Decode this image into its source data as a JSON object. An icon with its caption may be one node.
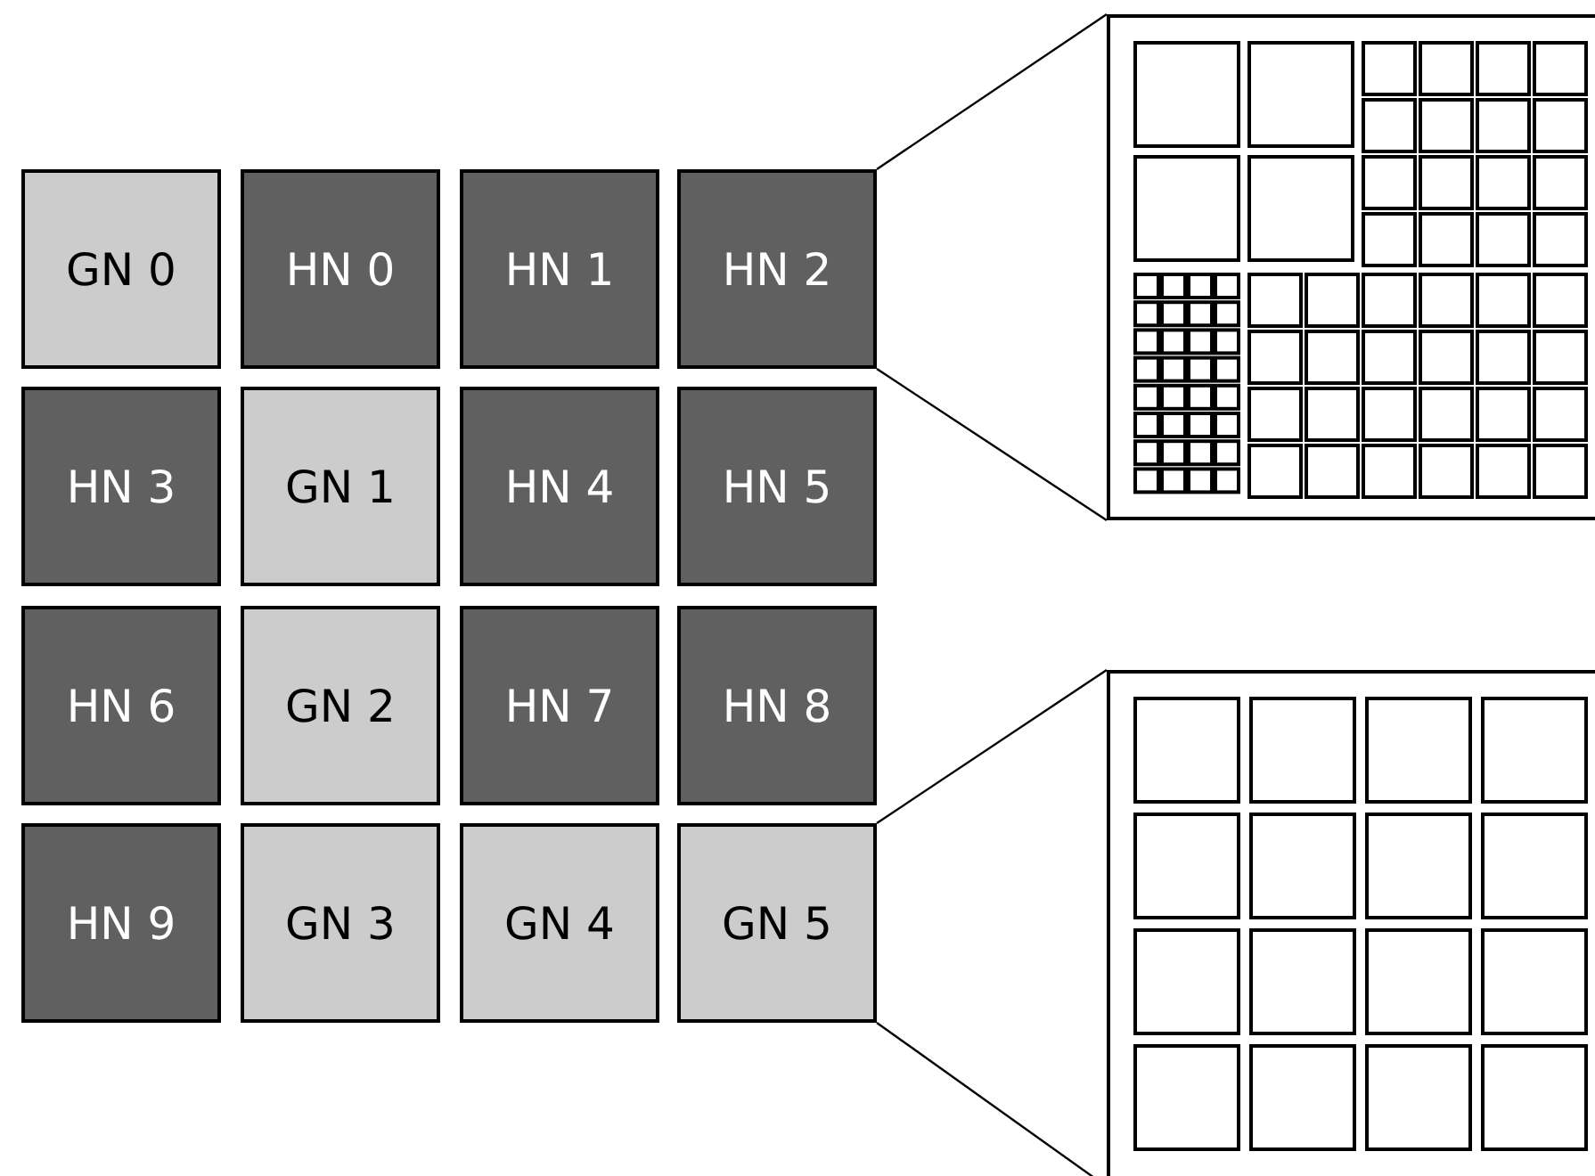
{
  "diagram": {
    "nodes": [
      {
        "text": [
          "GN 0"
        ]
      },
      {
        "text": [
          "HN 0"
        ]
      },
      {
        "text": [
          "HN 1"
        ]
      },
      {
        "text": [
          "HN 2"
        ]
      },
      {
        "text": [
          "HN 3"
        ]
      },
      {
        "text": [
          "GN 1"
        ]
      },
      {
        "text": [
          "HN 4"
        ]
      },
      {
        "text": [
          "HN 5"
        ]
      },
      {
        "text": [
          "HN 6"
        ]
      },
      {
        "text": [
          "GN 2"
        ]
      },
      {
        "text": [
          "HN 7"
        ]
      },
      {
        "text": [
          "HN 8"
        ]
      },
      {
        "text": [
          "HN 9"
        ]
      },
      {
        "text": [
          "GN 3"
        ]
      },
      {
        "text": [
          "GN 4"
        ]
      },
      {
        "text": [
          "GN 5"
        ]
      },
      {
        "text": [],
        "shape": "box"
      },
      {
        "text": [],
        "shape": "box"
      }
    ],
    "edges": [
      {
        "from": 3,
        "to": 16,
        "arrow": "none"
      },
      {
        "from": 3,
        "to": 16,
        "arrow": "none"
      },
      {
        "from": 15,
        "to": 17,
        "arrow": "none"
      },
      {
        "from": 15,
        "to": 17,
        "arrow": "none"
      }
    ]
  }
}
